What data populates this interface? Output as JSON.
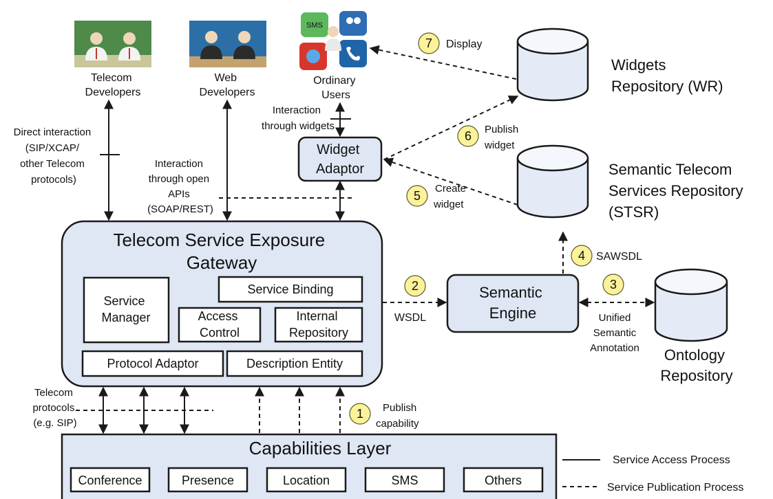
{
  "actors": {
    "telecom_developers": [
      "Telecom",
      "Developers"
    ],
    "web_developers": [
      "Web",
      "Developers"
    ],
    "ordinary_users": [
      "Ordinary",
      "Users"
    ],
    "sms_label": "SMS"
  },
  "interactions": {
    "direct": [
      "Direct interaction",
      "(SIP/XCAP/",
      "other Telecom",
      "protocols)"
    ],
    "open_apis": [
      "Interaction",
      "through open",
      "APIs",
      "(SOAP/REST)"
    ],
    "widgets": [
      "Interaction",
      "through widgets"
    ],
    "telecom_protocols": [
      "Telecom",
      "protocols",
      "(e.g. SIP)"
    ]
  },
  "widget_adaptor": [
    "Widget",
    "Adaptor"
  ],
  "gateway": {
    "title": [
      "Telecom Service Exposure",
      "Gateway"
    ],
    "service_manager": [
      "Service",
      "Manager"
    ],
    "service_binding": "Service Binding",
    "access_control": [
      "Access",
      "Control"
    ],
    "internal_repository": [
      "Internal",
      "Repository"
    ],
    "protocol_adaptor": "Protocol Adaptor",
    "description_entity": "Description Entity"
  },
  "semantic_engine": [
    "Semantic",
    "Engine"
  ],
  "repositories": {
    "widgets": [
      "Widgets",
      "Repository (WR)"
    ],
    "stsr": [
      "Semantic Telecom",
      "Services Repository",
      "(STSR)"
    ],
    "ontology": [
      "Ontology",
      "Repository"
    ]
  },
  "capabilities": {
    "title": "Capabilities Layer",
    "items": [
      "Conference",
      "Presence",
      "Location",
      "SMS",
      "Others"
    ]
  },
  "steps": [
    {
      "number": "1",
      "label": [
        "Publish",
        "capability"
      ]
    },
    {
      "number": "2",
      "label": [
        "WSDL"
      ]
    },
    {
      "number": "3",
      "label": [
        "Unified",
        "Semantic",
        "Annotation"
      ]
    },
    {
      "number": "4",
      "label": [
        "SAWSDL"
      ]
    },
    {
      "number": "5",
      "label": [
        "Create",
        "widget"
      ]
    },
    {
      "number": "6",
      "label": [
        "Publish",
        "widget"
      ]
    },
    {
      "number": "7",
      "label": [
        "Display"
      ]
    }
  ],
  "legend": {
    "solid": "Service Access Process",
    "dashed": "Service Publication Process"
  },
  "colors": {
    "box_fill": "#dfe7f4",
    "step_circle": "#fbf29a",
    "stroke": "#1a1a1a"
  }
}
